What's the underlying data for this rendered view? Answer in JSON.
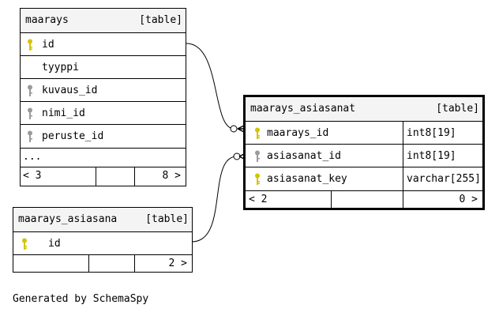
{
  "tables": {
    "maarays": {
      "name": "maarays",
      "kind": "[table]",
      "columns": [
        {
          "name": "id",
          "key": "primary"
        },
        {
          "name": "tyyppi",
          "key": "none"
        },
        {
          "name": "kuvaus_id",
          "key": "foreign"
        },
        {
          "name": "nimi_id",
          "key": "foreign"
        },
        {
          "name": "peruste_id",
          "key": "foreign"
        }
      ],
      "more": "...",
      "footer": {
        "left": "< 3",
        "right": "8 >"
      }
    },
    "maarays_asiasana": {
      "name": "maarays_asiasana",
      "kind": "[table]",
      "columns": [
        {
          "name": "id",
          "key": "primary"
        }
      ],
      "footer": {
        "left": "",
        "right": "2 >"
      }
    },
    "maarays_asiasanat": {
      "name": "maarays_asiasanat",
      "kind": "[table]",
      "columns": [
        {
          "name": "maarays_id",
          "type": "int8[19]",
          "key": "primary"
        },
        {
          "name": "asiasanat_id",
          "type": "int8[19]",
          "key": "foreign"
        },
        {
          "name": "asiasanat_key",
          "type": "varchar[255]",
          "key": "primary"
        }
      ],
      "footer": {
        "left": "< 2",
        "right": "0 >"
      }
    }
  },
  "credit": "Generated by SchemaSpy",
  "colors": {
    "primary_key": "#d4c400",
    "foreign_key": "#9a9a9a",
    "header_bg": "#f4f4f4"
  }
}
